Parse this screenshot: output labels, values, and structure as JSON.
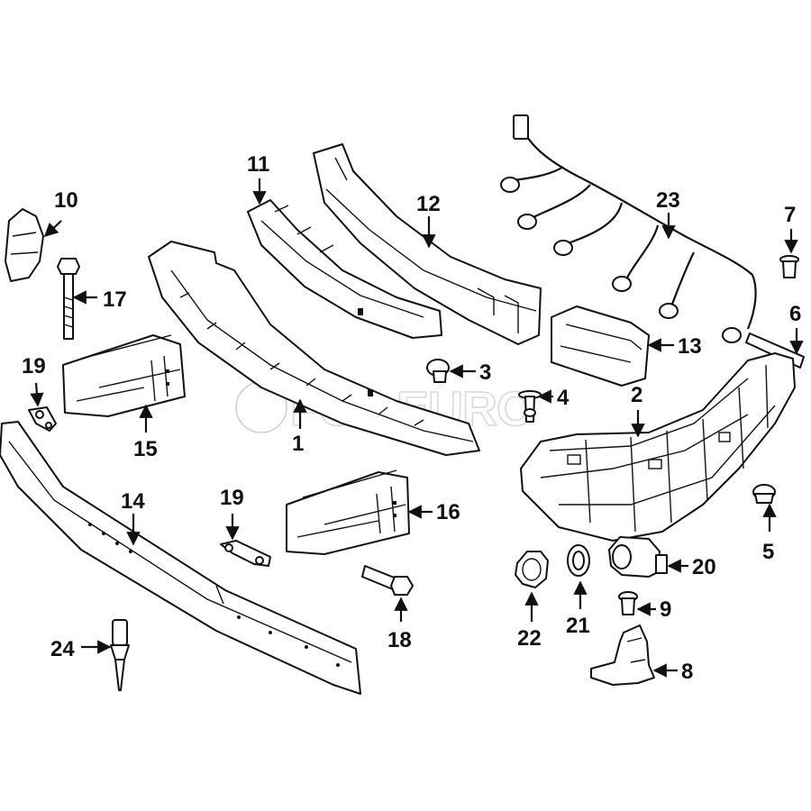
{
  "watermark": {
    "text": "FCP EURO"
  },
  "callouts": [
    {
      "id": "1",
      "label": "1"
    },
    {
      "id": "2",
      "label": "2"
    },
    {
      "id": "3",
      "label": "3"
    },
    {
      "id": "4",
      "label": "4"
    },
    {
      "id": "5",
      "label": "5"
    },
    {
      "id": "6",
      "label": "6"
    },
    {
      "id": "7",
      "label": "7"
    },
    {
      "id": "8",
      "label": "8"
    },
    {
      "id": "9",
      "label": "9"
    },
    {
      "id": "10",
      "label": "10"
    },
    {
      "id": "11",
      "label": "11"
    },
    {
      "id": "12",
      "label": "12"
    },
    {
      "id": "13",
      "label": "13"
    },
    {
      "id": "14",
      "label": "14"
    },
    {
      "id": "15",
      "label": "15"
    },
    {
      "id": "16",
      "label": "16"
    },
    {
      "id": "17",
      "label": "17"
    },
    {
      "id": "18",
      "label": "18"
    },
    {
      "id": "19a",
      "label": "19"
    },
    {
      "id": "19b",
      "label": "19"
    },
    {
      "id": "20",
      "label": "20"
    },
    {
      "id": "21",
      "label": "21"
    },
    {
      "id": "22",
      "label": "22"
    },
    {
      "id": "23",
      "label": "23"
    },
    {
      "id": "24",
      "label": "24"
    }
  ]
}
